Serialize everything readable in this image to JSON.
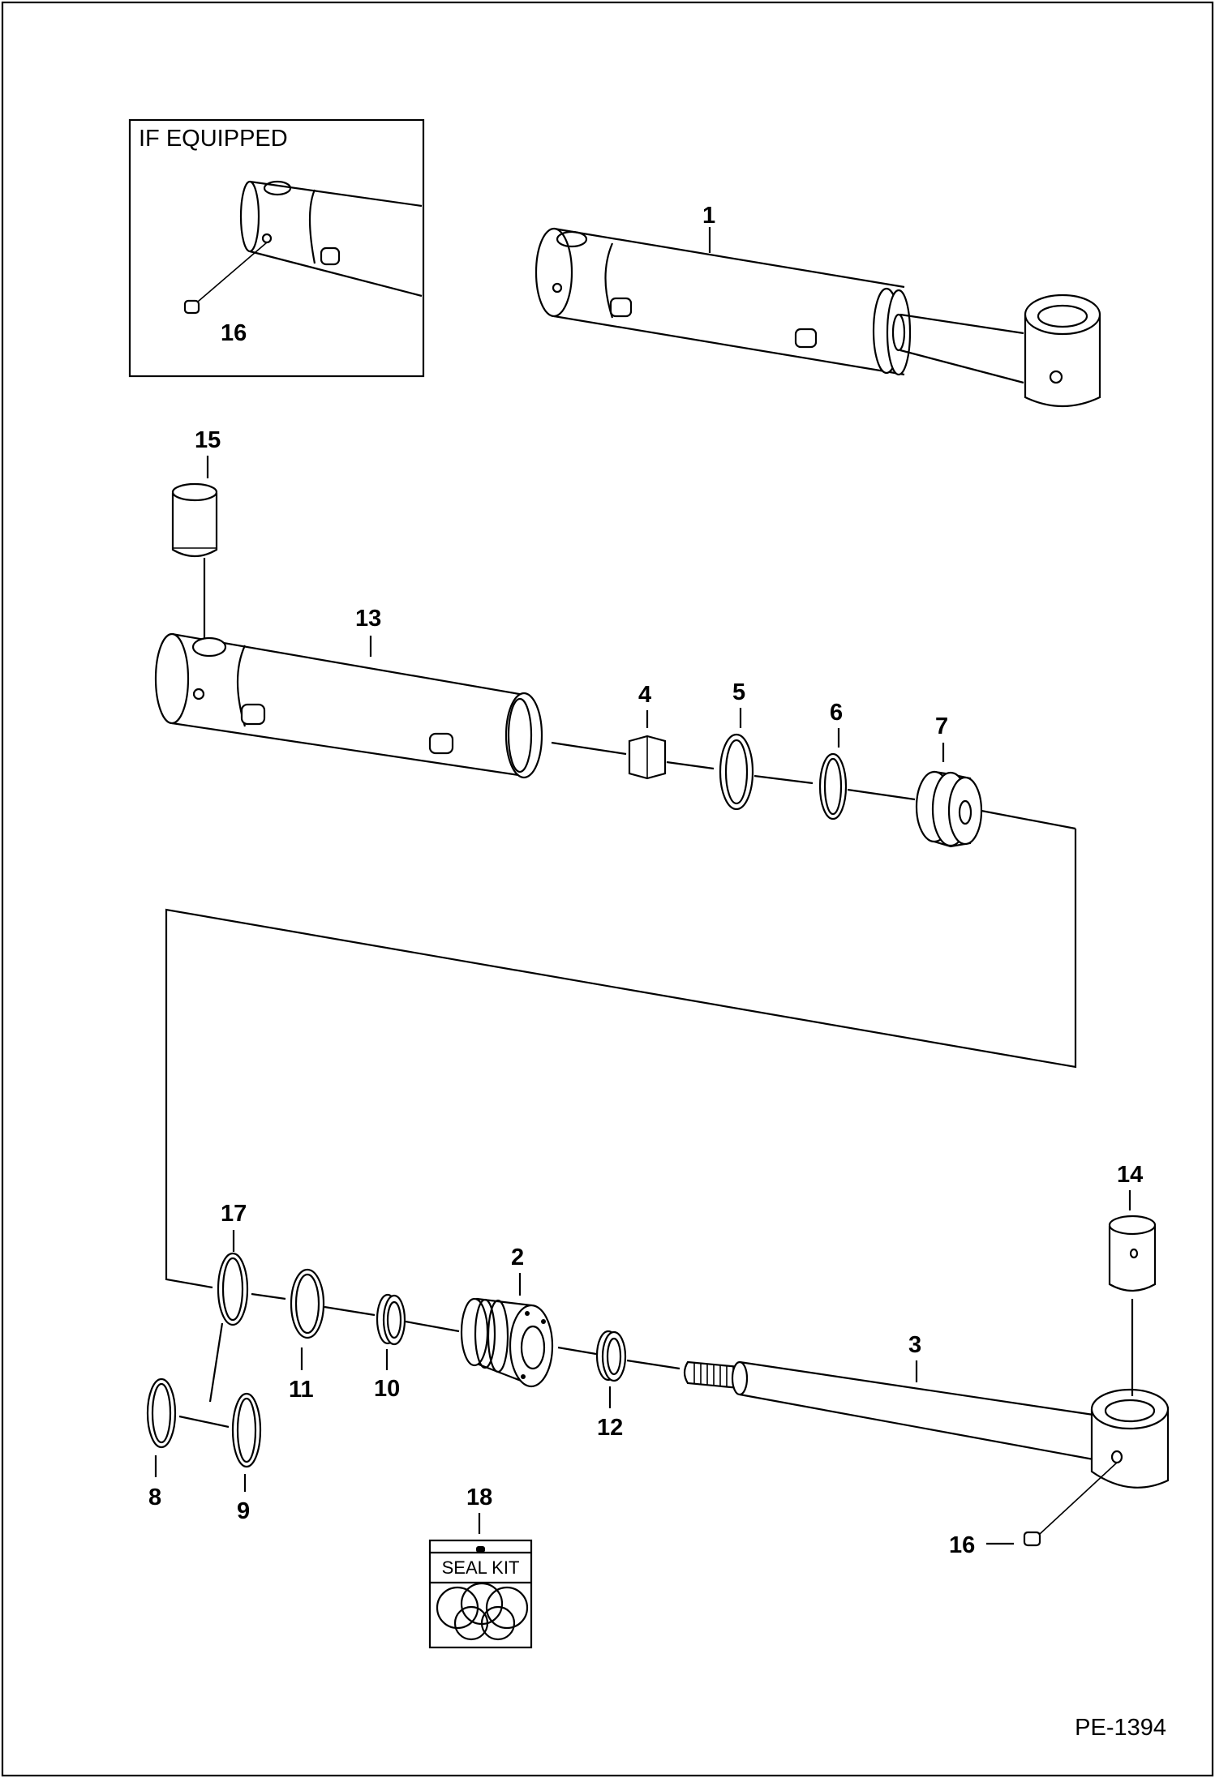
{
  "inset": {
    "title": "IF EQUIPPED",
    "callout": "16"
  },
  "callouts": {
    "c1": "1",
    "c2": "2",
    "c3": "3",
    "c4": "4",
    "c5": "5",
    "c6": "6",
    "c7": "7",
    "c8": "8",
    "c9": "9",
    "c10": "10",
    "c11": "11",
    "c12": "12",
    "c13": "13",
    "c14": "14",
    "c15": "15",
    "c16": "16",
    "c17": "17",
    "c18": "18"
  },
  "seal_kit": {
    "label": "SEAL KIT"
  },
  "figure_id": "PE-1394",
  "colors": {
    "line": "#000000",
    "background": "#ffffff"
  }
}
